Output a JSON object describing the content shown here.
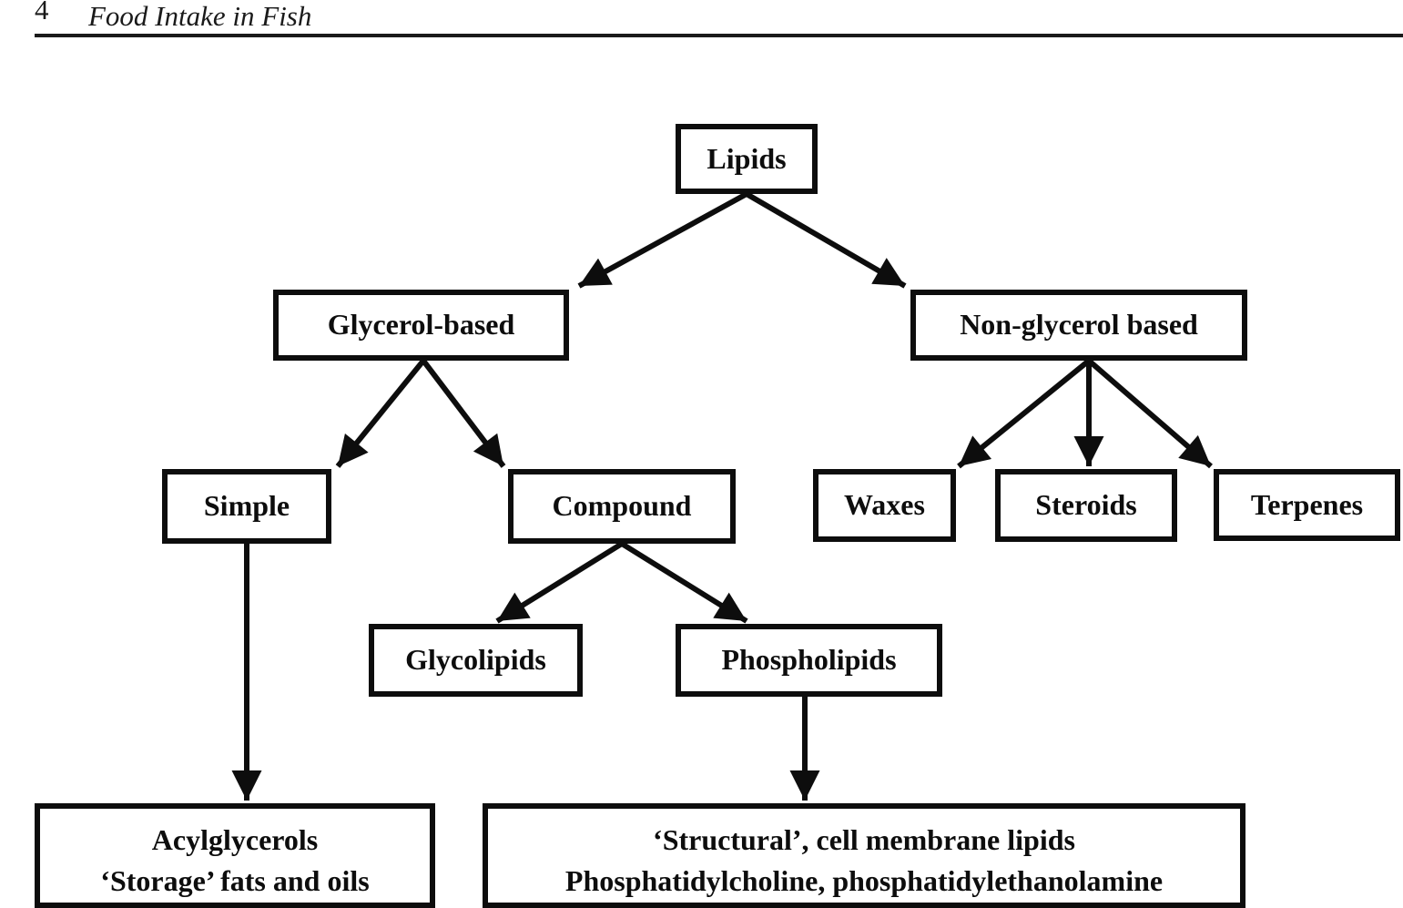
{
  "page": {
    "page_number": "4",
    "running_title": "Food Intake in Fish"
  },
  "diagram": {
    "nodes": {
      "lipids": {
        "label": "Lipids"
      },
      "glycerol": {
        "label": "Glycerol-based"
      },
      "nonglycerol": {
        "label": "Non-glycerol based"
      },
      "simple": {
        "label": "Simple"
      },
      "compound": {
        "label": "Compound"
      },
      "waxes": {
        "label": "Waxes"
      },
      "steroids": {
        "label": "Steroids"
      },
      "terpenes": {
        "label": "Terpenes"
      },
      "glycolipids": {
        "label": "Glycolipids"
      },
      "phospholipids": {
        "label": "Phospholipids"
      },
      "acylglycerols": {
        "line1": "Acylglycerols",
        "line2": "‘Storage’ fats and oils"
      },
      "structural": {
        "line1": "‘Structural’, cell membrane lipids",
        "line2": "Phosphatidylcholine, phosphatidylethanolamine"
      }
    },
    "edges": [
      {
        "from": "lipids",
        "to": "glycerol"
      },
      {
        "from": "lipids",
        "to": "nonglycerol"
      },
      {
        "from": "glycerol",
        "to": "simple"
      },
      {
        "from": "glycerol",
        "to": "compound"
      },
      {
        "from": "nonglycerol",
        "to": "waxes"
      },
      {
        "from": "nonglycerol",
        "to": "steroids"
      },
      {
        "from": "nonglycerol",
        "to": "terpenes"
      },
      {
        "from": "compound",
        "to": "glycolipids"
      },
      {
        "from": "compound",
        "to": "phospholipids"
      },
      {
        "from": "simple",
        "to": "acylglycerols"
      },
      {
        "from": "phospholipids",
        "to": "structural"
      }
    ],
    "colors": {
      "ink": "#0d0d0d",
      "background": "#ffffff"
    }
  }
}
